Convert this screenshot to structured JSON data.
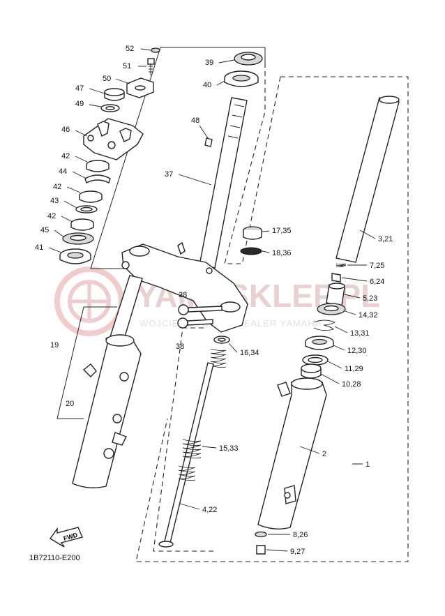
{
  "diagram_code": "1B72110-E200",
  "fwd_label": "FWD",
  "watermark": {
    "main": "YAMASKLEP.PL",
    "sub": "WOJCIECHOWICZ | DEALER YAMAHA"
  },
  "labels": {
    "p52": "52",
    "p51": "51",
    "p50": "50",
    "p47": "47",
    "p49": "49",
    "p46": "46",
    "p42a": "42",
    "p44": "44",
    "p42b": "42",
    "p43": "43",
    "p42c": "42",
    "p45": "45",
    "p41": "41",
    "p39": "39",
    "p40": "40",
    "p48": "48",
    "p37": "37",
    "p38a": "38",
    "p38b": "38",
    "p19": "19",
    "p20": "20",
    "p16_34": "16,34",
    "p15_33": "15,33",
    "p4_22": "4,22",
    "p17_35": "17,35",
    "p18_36": "18,36",
    "p3_21": "3,21",
    "p7_25": "7,25",
    "p6_24": "6,24",
    "p5_23": "5,23",
    "p14_32": "14,32",
    "p13_31": "13,31",
    "p12_30": "12,30",
    "p11_29": "11,29",
    "p10_28": "10,28",
    "p2": "2",
    "p1": "1",
    "p8_26": "8,26",
    "p9_27": "9,27"
  },
  "colors": {
    "line": "#222222",
    "watermark": "#e3b9b9"
  }
}
